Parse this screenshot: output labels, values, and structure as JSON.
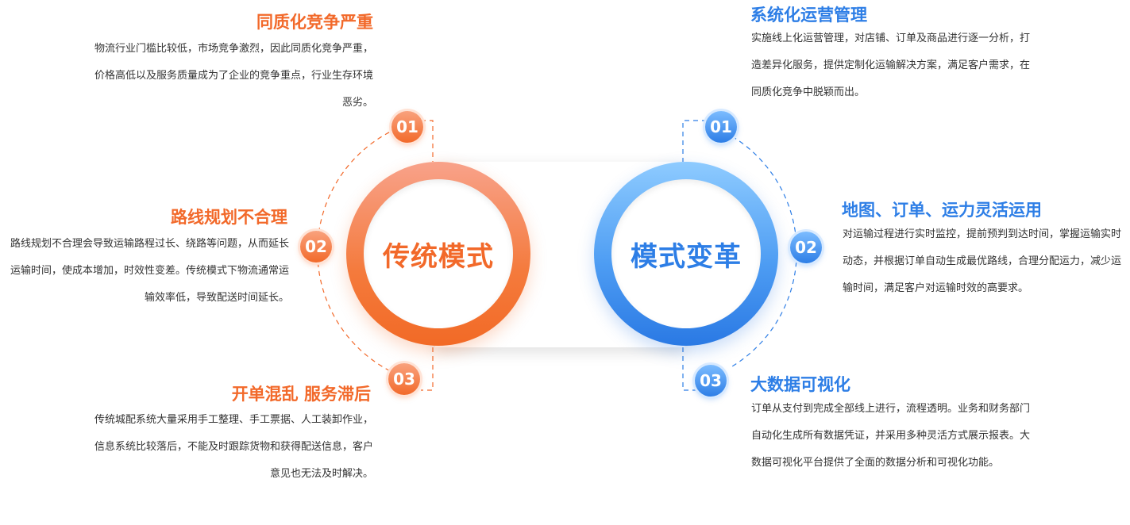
{
  "colors": {
    "orange": "#f2692a",
    "blue": "#2d7ee6"
  },
  "left": {
    "title": "传统模式",
    "items": [
      {
        "number": "01",
        "title": "同质化竞争严重",
        "description": "物流行业门槛比较低，市场竞争激烈，因此同质化竞争严重，价格高低以及服务质量成为了企业的竞争重点，行业生存环境恶劣。"
      },
      {
        "number": "02",
        "title": "路线规划不合理",
        "description": "路线规划不合理会导致运输路程过长、绕路等问题，从而延长运输时间，使成本增加，时效性变差。传统模式下物流通常运输效率低，导致配送时间延长。"
      },
      {
        "number": "03",
        "title": "开单混乱 服务滞后",
        "description": "传统城配系统大量采用手工整理、手工票据、人工装卸作业，信息系统比较落后，不能及时跟踪货物和获得配送信息，客户意见也无法及时解决。"
      }
    ]
  },
  "right": {
    "title": "模式变革",
    "items": [
      {
        "number": "01",
        "title": "系统化运营管理",
        "description": "实施线上化运营管理，对店铺、订单及商品进行逐一分析，打造差异化服务，提供定制化运输解决方案，满足客户需求，在同质化竞争中脱颖而出。"
      },
      {
        "number": "02",
        "title": "地图、订单、运力灵活运用",
        "description": "对运输过程进行实时监控，提前预判到达时间，掌握运输实时动态，并根据订单自动生成最优路线，合理分配运力，减少运输时间，满足客户对运输时效的高要求。"
      },
      {
        "number": "03",
        "title": "大数据可视化",
        "description": "订单从支付到完成全部线上进行，流程透明。业务和财务部门自动化生成所有数据凭证，并采用多种灵活方式展示报表。大数据可视化平台提供了全面的数据分析和可视化功能。"
      }
    ]
  }
}
